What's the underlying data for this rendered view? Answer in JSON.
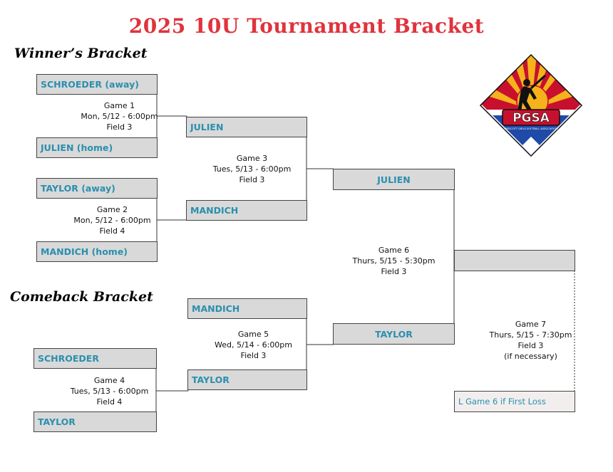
{
  "title": "2025 10U Tournament Bracket",
  "winners_label": "Winner’s Bracket",
  "comeback_label": "Comeback Bracket",
  "slots": {
    "g1_away": "SCHROEDER (away)",
    "g1_home": "JULIEN (home)",
    "g2_away": "TAYLOR (away)",
    "g2_home": "MANDICH (home)",
    "g3_top": "JULIEN",
    "g3_bottom": "MANDICH",
    "g6_top": "JULIEN",
    "g4_top": "SCHROEDER",
    "g4_bottom": "TAYLOR",
    "g5_top": "MANDICH",
    "g5_bottom": "TAYLOR",
    "g6_bottom": "TAYLOR",
    "final": "",
    "g7_bottom": "L Game 6 if First Loss"
  },
  "games": {
    "g1": {
      "name": "Game 1",
      "time": "Mon, 5/12 - 6:00pm",
      "field": "Field 3"
    },
    "g2": {
      "name": "Game 2",
      "time": "Mon, 5/12 - 6:00pm",
      "field": "Field 4"
    },
    "g3": {
      "name": "Game 3",
      "time": "Tues, 5/13 - 6:00pm",
      "field": "Field 3"
    },
    "g4": {
      "name": "Game 4",
      "time": "Tues, 5/13 - 6:00pm",
      "field": "Field 4"
    },
    "g5": {
      "name": "Game 5",
      "time": "Wed, 5/14 - 6:00pm",
      "field": "Field 3"
    },
    "g6": {
      "name": "Game 6",
      "time": "Thurs, 5/15 - 5:30pm",
      "field": "Field 3"
    },
    "g7": {
      "name": "Game 7",
      "time": "Thurs, 5/15 - 7:30pm",
      "field": "Field 3",
      "note": "(if necessary)"
    }
  },
  "logo": {
    "text": "PGSA",
    "subtext": "PRESCOTT GIRLS SOFTBALL ASSOCIATION",
    "icon": "softball-player-diamond-logo",
    "colors": {
      "red": "#c8102e",
      "yellow": "#f5b21b",
      "blue": "#1f4aa8",
      "black": "#111111"
    }
  },
  "colors": {
    "title": "#e0333c",
    "team_text": "#2a8fad",
    "slot_fill": "#d9d9d9"
  }
}
